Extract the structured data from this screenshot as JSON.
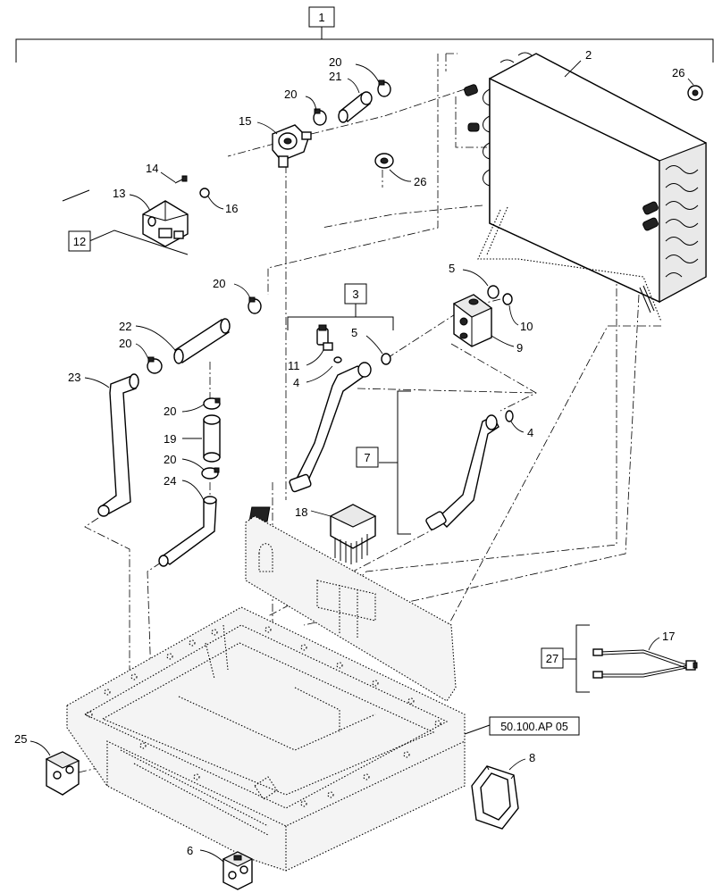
{
  "callouts": {
    "c1": "1",
    "c2": "2",
    "c3": "3",
    "c4a": "4",
    "c4b": "4",
    "c5a": "5",
    "c5b": "5",
    "c6": "6",
    "c7": "7",
    "c8": "8",
    "c9": "9",
    "c10": "10",
    "c11": "11",
    "c12": "12",
    "c13": "13",
    "c14": "14",
    "c15": "15",
    "c16": "16",
    "c17": "17",
    "c18": "18",
    "c19": "19",
    "c20a": "20",
    "c20b": "20",
    "c20c": "20",
    "c20d": "20",
    "c20e": "20",
    "c20f": "20",
    "c21": "21",
    "c22": "22",
    "c23": "23",
    "c24": "24",
    "c25": "25",
    "c26a": "26",
    "c26b": "26",
    "c27": "27"
  },
  "reference": "50.100.AP 05"
}
